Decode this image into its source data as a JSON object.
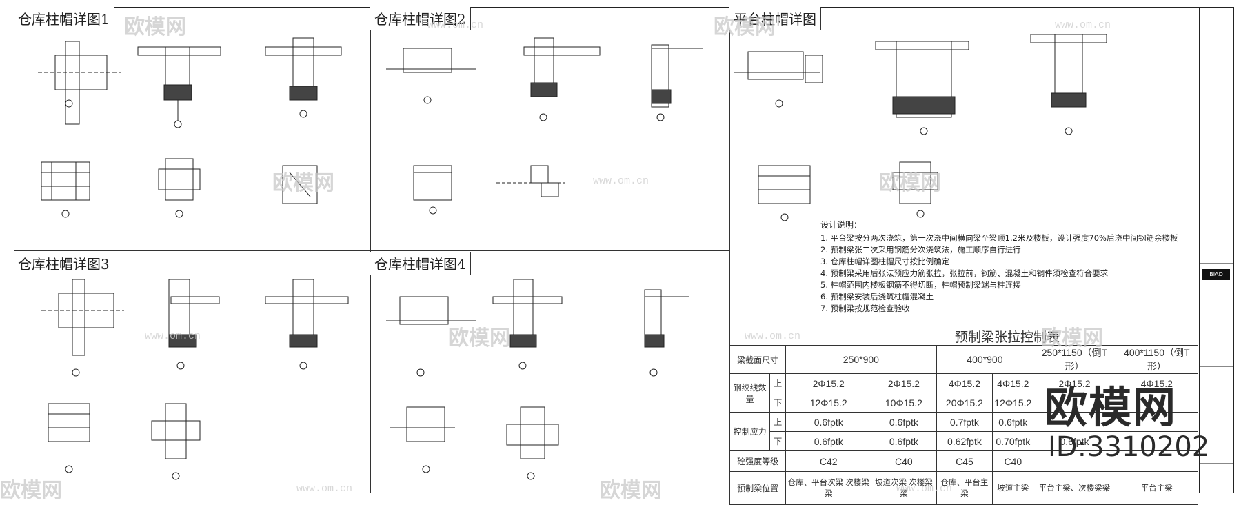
{
  "sheet": {
    "panel_titles": [
      "仓库柱帽详图1",
      "仓库柱帽详图2",
      "平台柱帽详图",
      "仓库柱帽详图3",
      "仓库柱帽详图4"
    ]
  },
  "design_notes": {
    "heading": "设计说明：",
    "items": [
      "1. 平台梁按分两次浇筑，第一次浇中间横向梁至梁顶1.2米及楼板，设计强度70%后浇中间钢筋余楼板",
      "2. 预制梁张二次采用钢筋分次浇筑法，施工顺序自行进行",
      "3. 仓库柱帽详图柱帽尺寸按比例确定",
      "4. 预制梁采用后张法预应力筋张拉，张拉前，钢筋、混凝土和钢件须检查符合要求",
      "5. 柱帽范围内楼板钢筋不得切断，柱帽预制梁端与柱连接",
      "6. 预制梁安装后浇筑柱帽混凝土",
      "7. 预制梁按规范检查验收"
    ]
  },
  "control_table": {
    "title": "预制梁张拉控制表",
    "header": [
      "梁截面尺寸",
      "250*900",
      "400*900",
      "250*1150（倒T形）",
      "400*1150（倒T形）"
    ],
    "rows": [
      {
        "label": "钢绞线数量",
        "sub": "上",
        "values": [
          "2Φ15.2",
          "2Φ15.2",
          "4Φ15.2",
          "4Φ15.2",
          "2Φ15.2",
          "4Φ15.2"
        ]
      },
      {
        "label": "",
        "sub": "下",
        "values": [
          "12Φ15.2",
          "10Φ15.2",
          "20Φ15.2",
          "12Φ15.2",
          "",
          ""
        ]
      },
      {
        "label": "控制应力",
        "sub": "上",
        "values": [
          "0.6fptk",
          "0.6fptk",
          "0.7fptk",
          "0.6fptk",
          "",
          ""
        ]
      },
      {
        "label": "",
        "sub": "下",
        "values": [
          "0.6fptk",
          "0.6fptk",
          "0.62fptk",
          "0.70fptk",
          "0.6fptk",
          ""
        ]
      },
      {
        "label": "砼强度等级",
        "sub": "",
        "values": [
          "C42",
          "C40",
          "C45",
          "C40",
          "",
          ""
        ]
      },
      {
        "label": "预制梁位置",
        "sub": "",
        "values": [
          "仓库、平台次梁 次楼梁梁",
          "坡道次梁 次楼梁梁",
          "仓库、平台主梁",
          "坡道主梁",
          "平台主梁、次楼梁梁",
          "平台主梁"
        ]
      }
    ]
  },
  "title_block": {
    "logo": "BIAD"
  },
  "watermark": {
    "brand": "欧模网",
    "url": "www.om.cn",
    "id": "ID:3310202"
  }
}
